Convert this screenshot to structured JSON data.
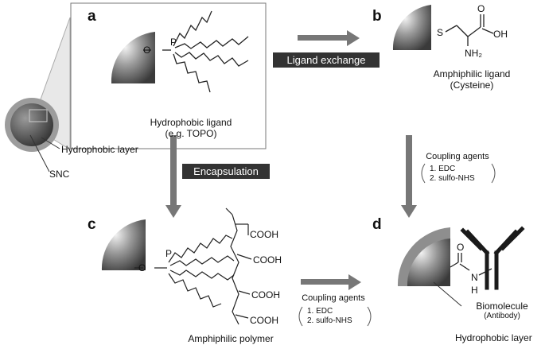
{
  "panels": {
    "a": "a",
    "b": "b",
    "c": "c",
    "d": "d"
  },
  "arrows": {
    "ligand_exchange": "Ligand exchange",
    "encapsulation": "Encapsulation"
  },
  "panel_a": {
    "o": "O",
    "p": "P",
    "caption_line1": "Hydrophobic ligand",
    "caption_line2": "(e.g. TOPO)"
  },
  "panel_b": {
    "s": "S",
    "o": "O",
    "oh": "OH",
    "nh2": "NH₂",
    "caption_line1": "Amphiphilic ligand",
    "caption_line2": "(Cysteine)"
  },
  "particle": {
    "layer_label": "Hydrophobic layer",
    "core_label": "SNC"
  },
  "coupling_right": {
    "title": "Coupling agents",
    "step1": "1. EDC",
    "step2": "2. sulfo-NHS"
  },
  "panel_c": {
    "o": "O",
    "p": "P",
    "cooh": [
      "COOH",
      "COOH",
      "COOH",
      "COOH"
    ],
    "caption": "Amphiphilic polymer"
  },
  "coupling_bottom": {
    "title": "Coupling agents",
    "step1": "1. EDC",
    "step2": "2. sulfo-NHS"
  },
  "panel_d": {
    "o": "O",
    "n": "N",
    "h": "H",
    "biomolecule": "Biomolecule",
    "antibody": "(Antibody)",
    "layer_label": "Hydrophobic layer"
  }
}
